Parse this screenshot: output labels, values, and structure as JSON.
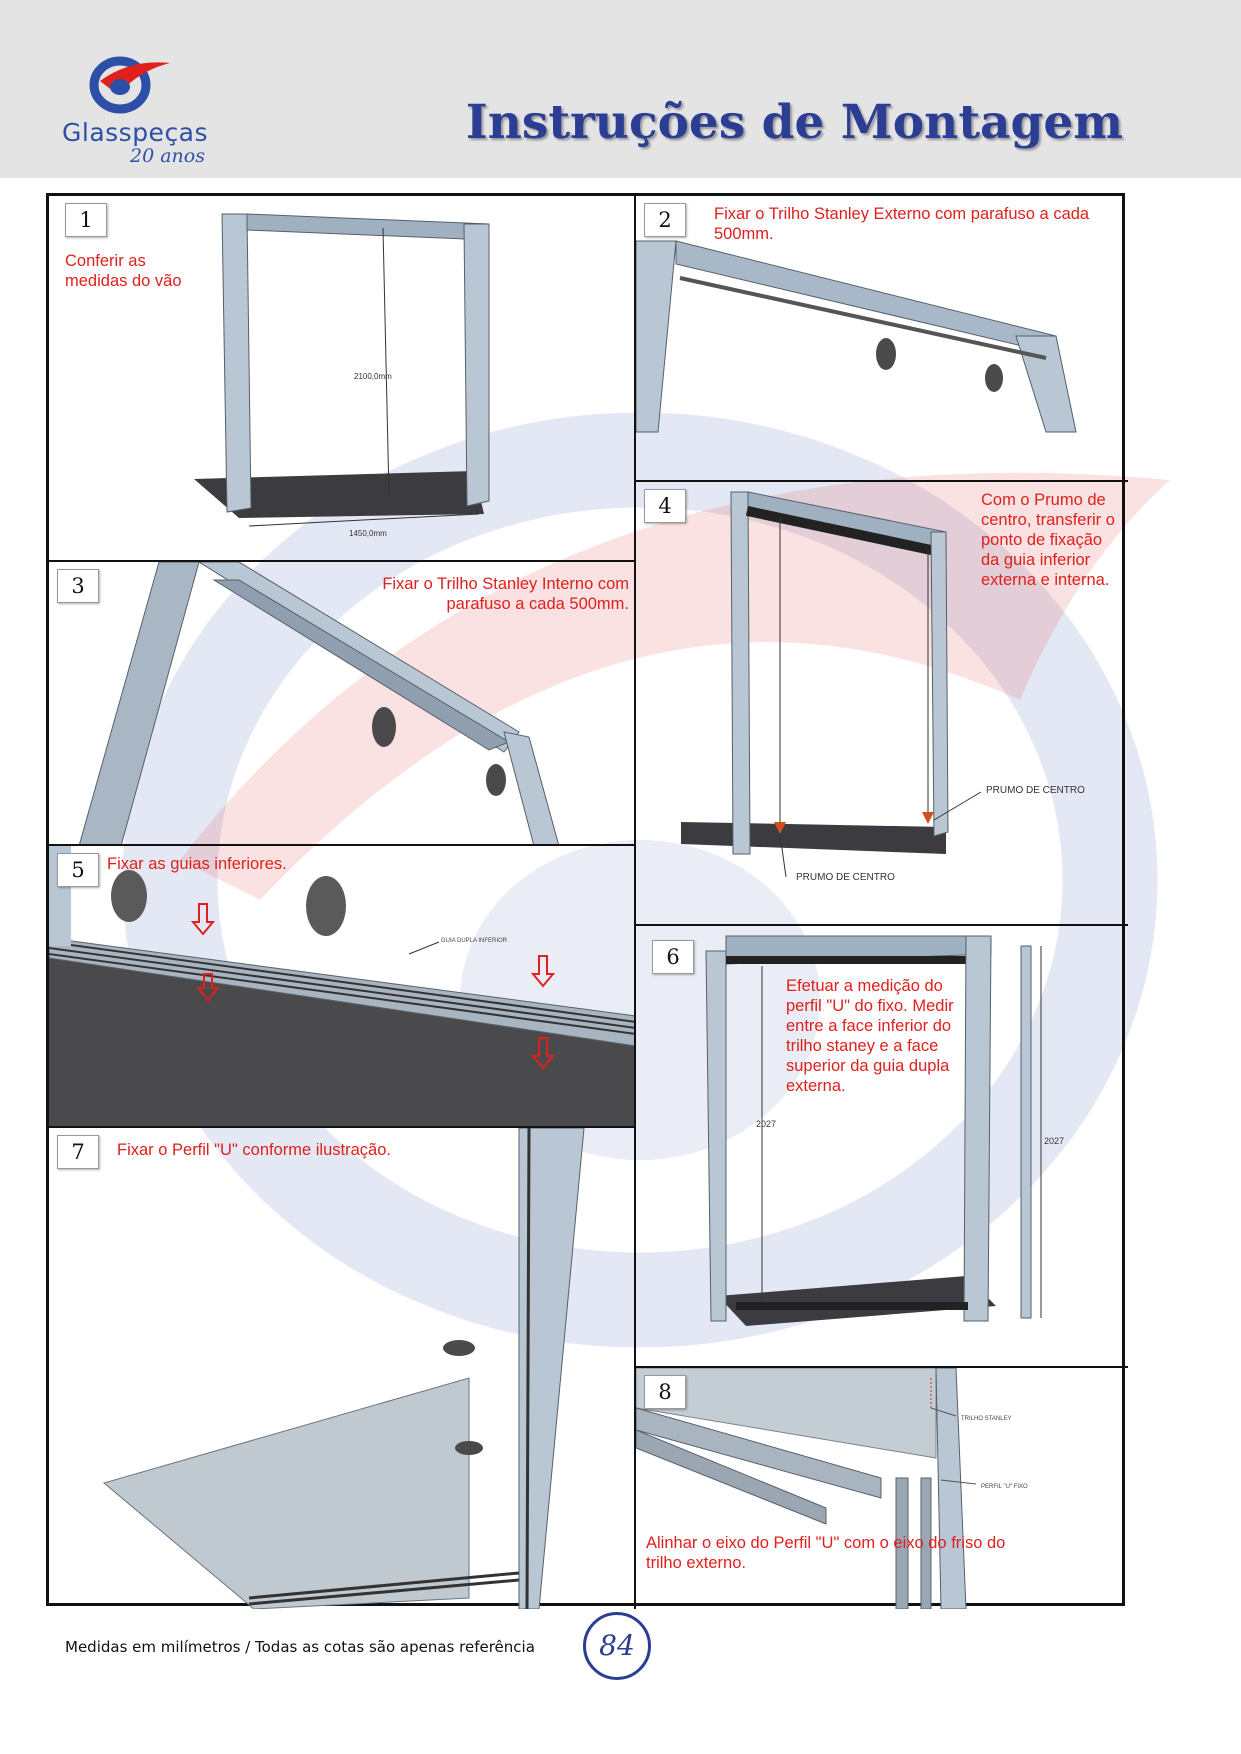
{
  "header": {
    "logo_name": "Glasspeças",
    "logo_tagline": "20 anos",
    "title": "Instruções de Montagem"
  },
  "steps": [
    {
      "number": "1",
      "text": "Conferir as medidas do vão",
      "dimensions": [
        "2100,0mm",
        "1450,0mm"
      ]
    },
    {
      "number": "2",
      "text": "Fixar o Trilho Stanley Externo com parafuso a cada 500mm."
    },
    {
      "number": "3",
      "text": "Fixar o Trilho Stanley Interno com parafuso a cada 500mm."
    },
    {
      "number": "4",
      "text": "Com o Prumo de centro, transferir o ponto de fixação da guia inferior externa e interna.",
      "labels": [
        "PRUMO DE CENTRO",
        "PRUMO DE CENTRO"
      ]
    },
    {
      "number": "5",
      "text": "Fixar as guias inferiores.",
      "labels": [
        "GUIA DUPLA INFERIOR"
      ]
    },
    {
      "number": "6",
      "text": "Efetuar a medição do perfil \"U\" do fixo. Medir entre a face inferior do trilho staney e a face superior da guia dupla externa.",
      "dimensions": [
        "2027",
        "2027"
      ]
    },
    {
      "number": "7",
      "text": "Fixar o Perfil \"U\" conforme ilustração."
    },
    {
      "number": "8",
      "text": "Alinhar o eixo do Perfil \"U\" com o eixo do friso do trilho externo.",
      "labels": [
        "TRILHO STANLEY",
        "PERFIL \"U\" FIXO"
      ]
    }
  ],
  "footer": {
    "note": "Medidas em milímetros / Todas as cotas são apenas referência",
    "page": "84"
  },
  "colors": {
    "title": "#2c3e94",
    "note_text": "#e0201c",
    "header_bg": "#e4e4e4",
    "watermark_blue": "#2d4fa8",
    "watermark_red": "#e0201c"
  }
}
